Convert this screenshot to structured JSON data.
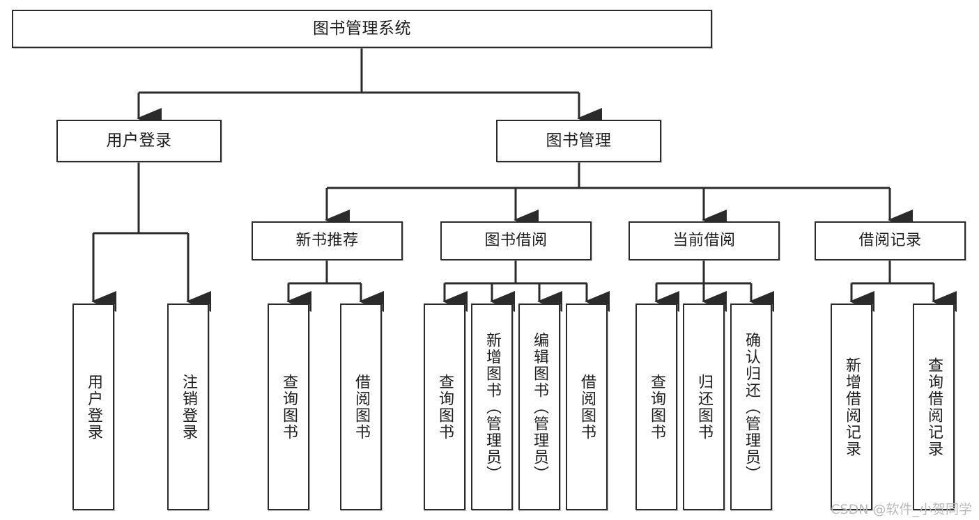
{
  "diagram": {
    "type": "tree",
    "title": "图书管理系统",
    "theme": {
      "background": "#ffffff",
      "node_border": "#2b2b2b",
      "node_fill": "#ffffff",
      "link": "#2b2b2b",
      "text": "#1d1d1d",
      "watermark": "#b9b9b9"
    }
  },
  "nodes": {
    "root": {
      "label": "图书管理系统"
    },
    "level2": [
      {
        "id": "user-login",
        "label": "用户登录"
      },
      {
        "id": "book-manage",
        "label": "图书管理"
      }
    ],
    "level3": [
      {
        "id": "new-book-recommend",
        "label": "新书推荐"
      },
      {
        "id": "book-borrow",
        "label": "图书借阅"
      },
      {
        "id": "current-borrow",
        "label": "当前借阅"
      },
      {
        "id": "borrow-record",
        "label": "借阅记录"
      }
    ],
    "leaves": {
      "user_login": [
        {
          "id": "leaf-user-login",
          "label": "用户登录"
        },
        {
          "id": "leaf-logout-login",
          "label": "注销登录"
        }
      ],
      "new_book_recommend": [
        {
          "id": "leaf-query-book-1",
          "label": "查询图书"
        },
        {
          "id": "leaf-borrow-book-1",
          "label": "借阅图书"
        }
      ],
      "book_borrow": [
        {
          "id": "leaf-query-book-2",
          "label": "查询图书"
        },
        {
          "id": "leaf-add-book",
          "label": "新增图书（管理员）"
        },
        {
          "id": "leaf-edit-book",
          "label": "编辑图书（管理员）"
        },
        {
          "id": "leaf-borrow-book-2",
          "label": "借阅图书"
        }
      ],
      "current_borrow": [
        {
          "id": "leaf-query-book-3",
          "label": "查询图书"
        },
        {
          "id": "leaf-return-book",
          "label": "归还图书"
        },
        {
          "id": "leaf-confirm-return",
          "label": "确认归还（管理员）"
        }
      ],
      "borrow_record": [
        {
          "id": "leaf-add-record",
          "label": "新增借阅记录"
        },
        {
          "id": "leaf-query-record",
          "label": "查询借阅记录"
        }
      ]
    }
  },
  "watermark": {
    "text": "CSDN @软件_小贺同学"
  }
}
